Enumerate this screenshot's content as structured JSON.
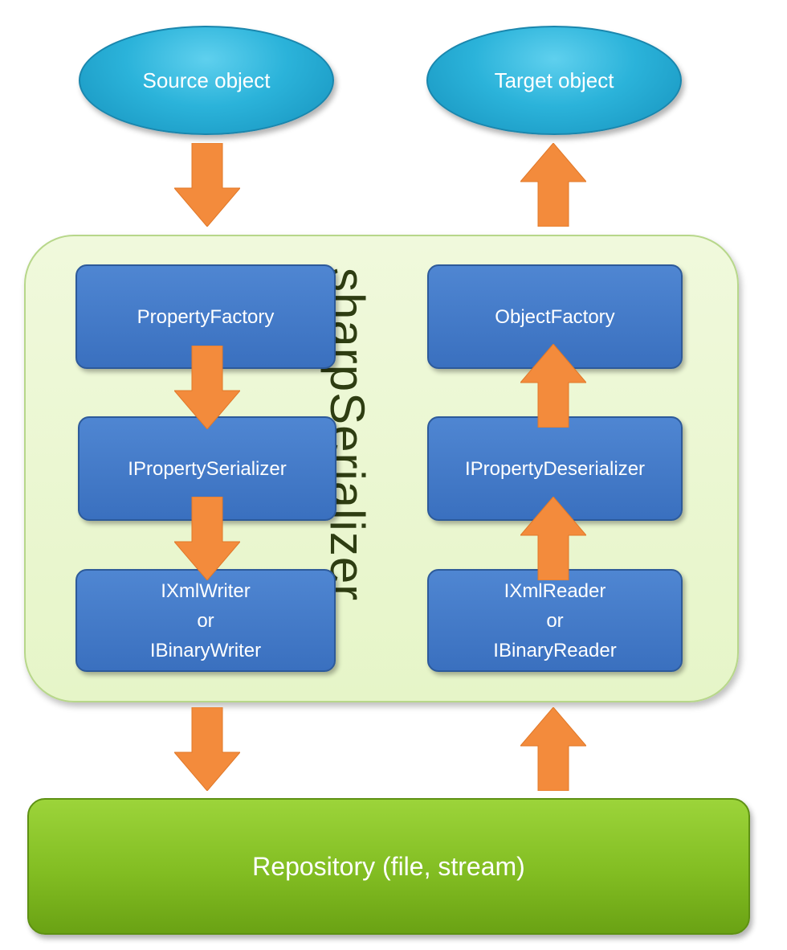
{
  "source_object": "Source object",
  "target_object": "Target object",
  "container_title": "sharpSerializer",
  "serialization": {
    "property_factory": "PropertyFactory",
    "property_serializer": "IPropertySerializer",
    "writer": [
      "IXmlWriter",
      "or",
      "IBinaryWriter"
    ]
  },
  "deserialization": {
    "object_factory": "ObjectFactory",
    "property_deserializer": "IPropertyDeserializer",
    "reader": [
      "IXmlReader",
      "or",
      "IBinaryReader"
    ]
  },
  "repository": "Repository (file, stream)",
  "colors": {
    "ellipse": "#2bb3da",
    "box": "#4279c7",
    "container": "#e8f6cc",
    "repository": "#8cc63f",
    "arrow": "#f38b3c"
  }
}
